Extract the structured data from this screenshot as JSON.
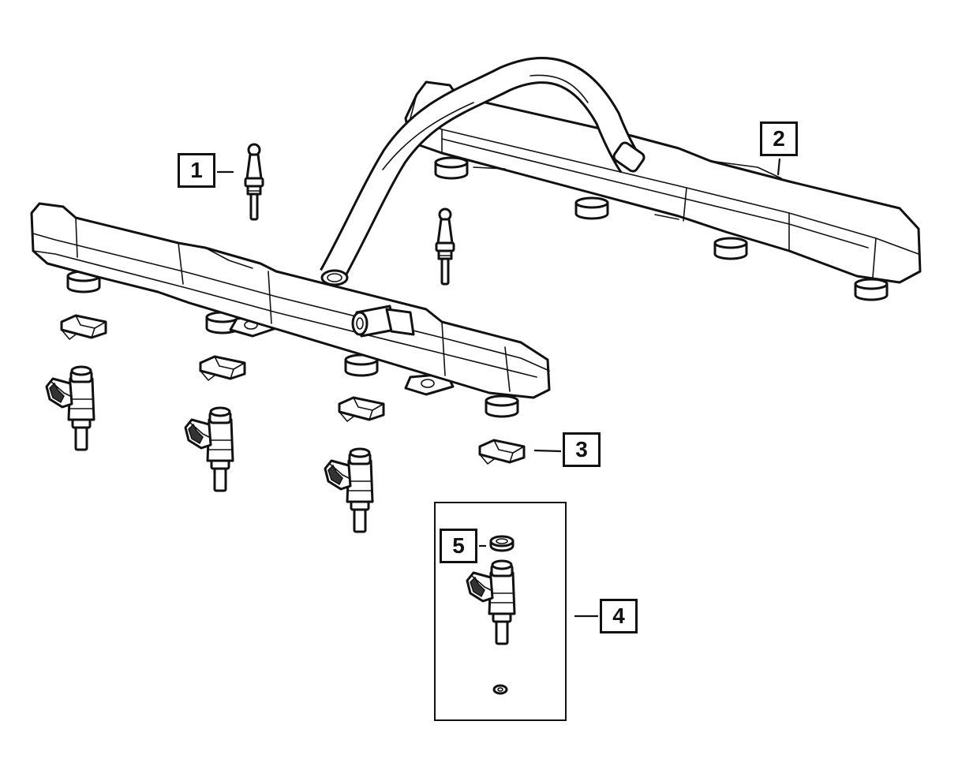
{
  "diagram": {
    "callouts": [
      {
        "id": "1",
        "label": "1"
      },
      {
        "id": "2",
        "label": "2"
      },
      {
        "id": "3",
        "label": "3"
      },
      {
        "id": "4",
        "label": "4"
      },
      {
        "id": "5",
        "label": "5"
      }
    ],
    "line_color": "#111111",
    "background_color": "#ffffff"
  }
}
